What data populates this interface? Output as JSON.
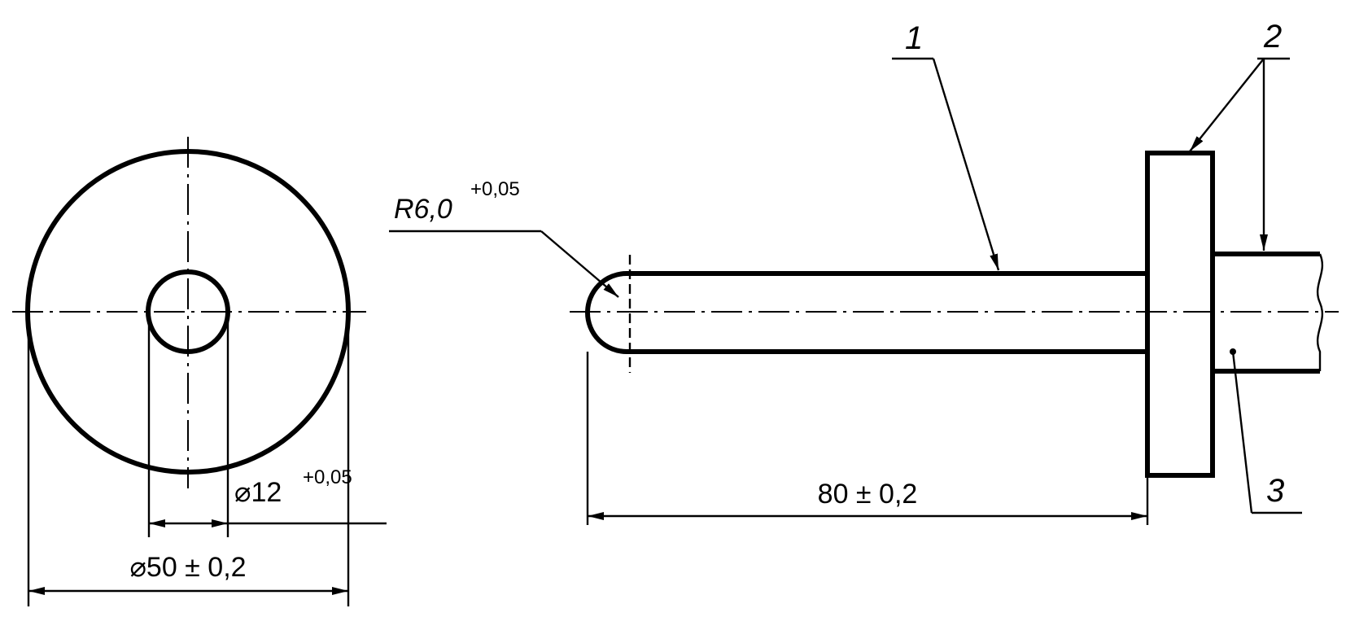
{
  "front_view": {
    "outer_diameter_label": "⌀50 ± 0,2",
    "inner_diameter_label": "⌀12",
    "inner_diameter_tolerance": "+0,05"
  },
  "side_view": {
    "radius_label": "R6,0",
    "radius_tolerance": "+0,05",
    "length_label": "80 ± 0,2"
  },
  "callouts": [
    "1",
    "2",
    "3"
  ]
}
